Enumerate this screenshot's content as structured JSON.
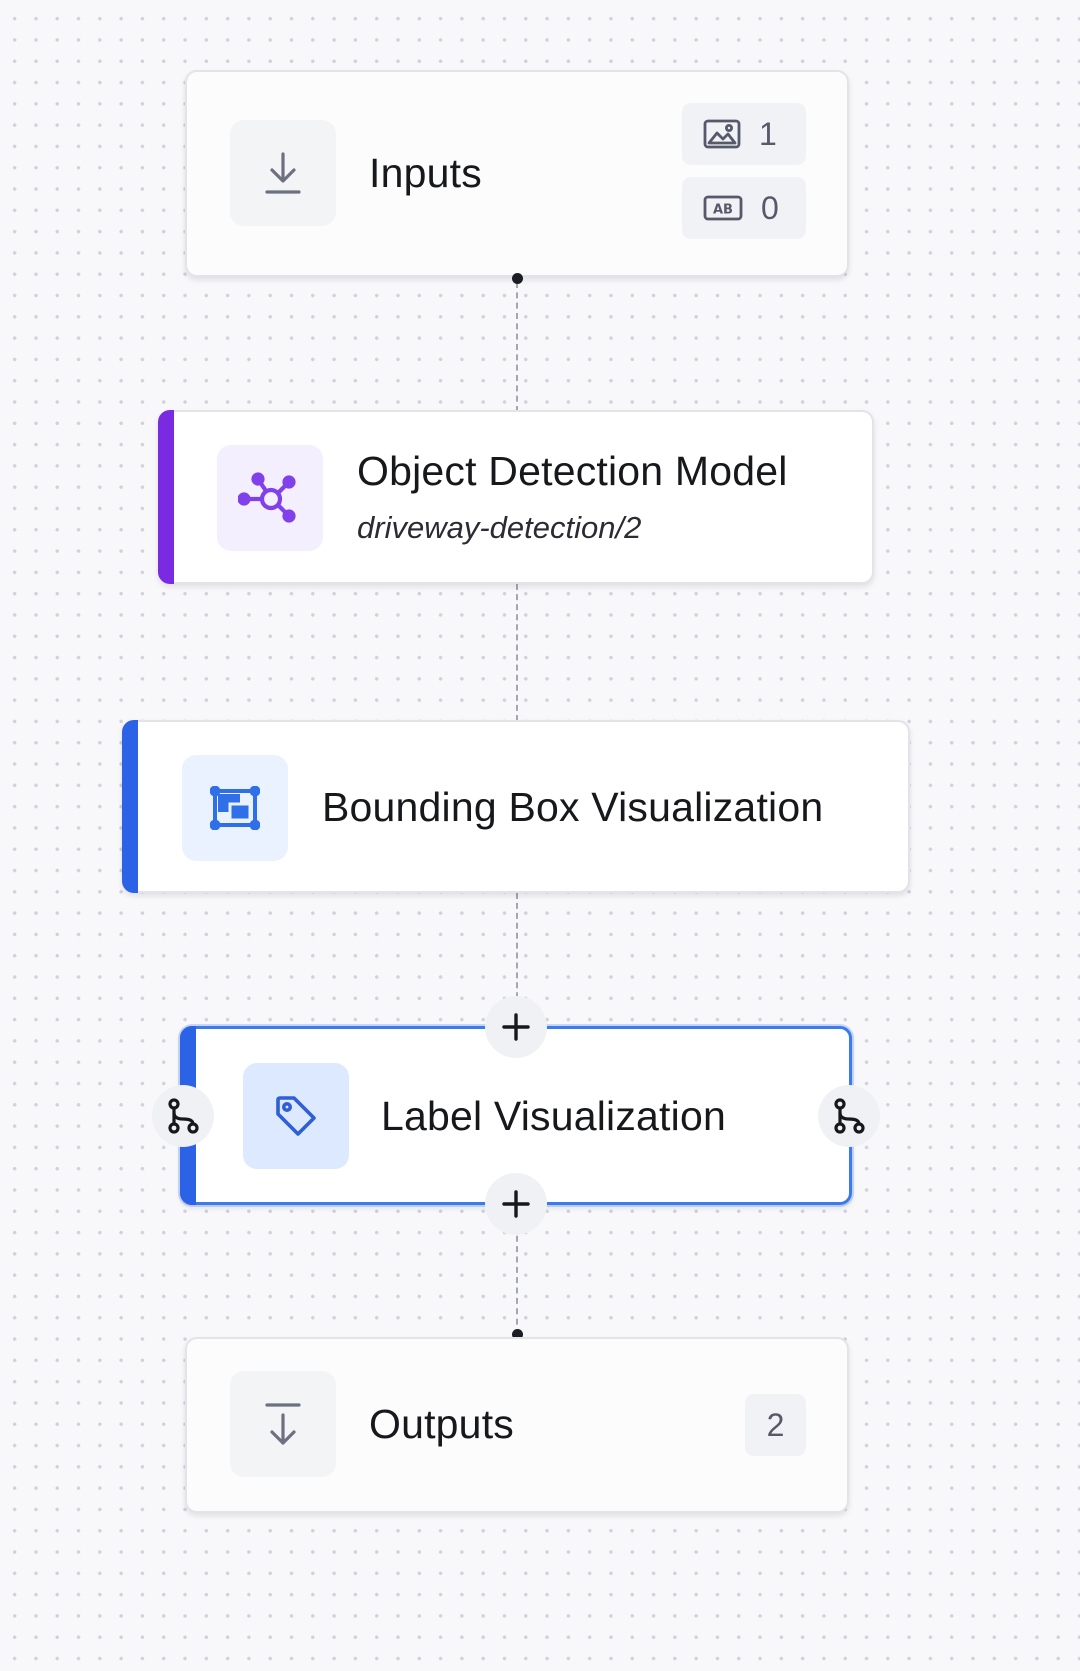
{
  "nodes": {
    "inputs": {
      "title": "Inputs",
      "icon": "download-icon",
      "badges": [
        {
          "icon": "image-icon",
          "count": "1"
        },
        {
          "icon": "text-ab-icon",
          "count": "0"
        }
      ]
    },
    "object_detection": {
      "title": "Object Detection Model",
      "subtitle": "driveway-detection/2",
      "icon": "network-nodes-icon",
      "accent_color": "#7a2be2",
      "icon_color": "#8040ea",
      "icon_bg": "#f4efff"
    },
    "bounding_box": {
      "title": "Bounding Box Visualization",
      "icon": "bounding-box-icon",
      "accent_color": "#2c62e6",
      "icon_color": "#2f6fe8",
      "icon_bg": "#eaf2ff"
    },
    "label_visualization": {
      "title": "Label Visualization",
      "icon": "tag-icon",
      "accent_color": "#2c62e6",
      "selected_border": "#3a7bf0",
      "icon_color": "#2f5fd6",
      "icon_bg": "#dce9ff"
    },
    "outputs": {
      "title": "Outputs",
      "icon": "export-down-icon",
      "count": "2"
    }
  },
  "controls": {
    "add_above_icon": "plus-icon",
    "add_below_icon": "plus-icon",
    "branch_left_icon": "branch-icon",
    "branch_right_icon": "branch-icon"
  }
}
